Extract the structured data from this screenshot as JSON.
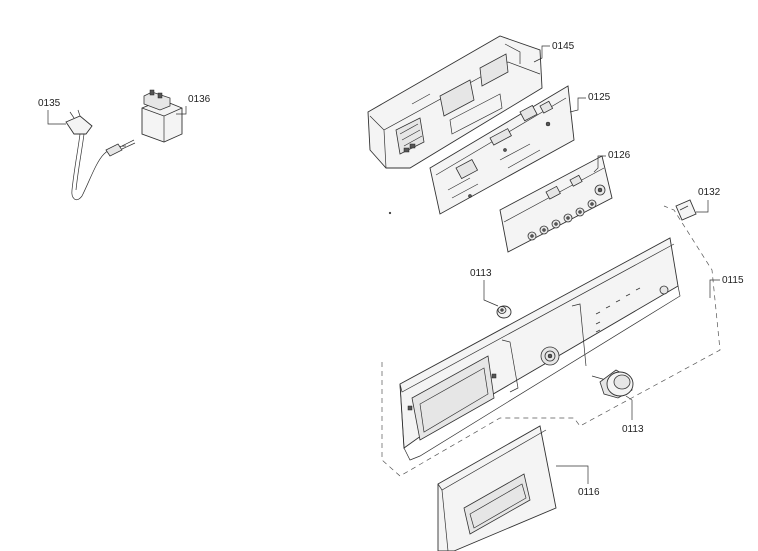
{
  "labels": {
    "p0135": "0135",
    "p0136": "0136",
    "p0145": "0145",
    "p0125": "0125",
    "p0126": "0126",
    "p0132": "0132",
    "p0113a": "0113",
    "p0115": "0115",
    "p0113b": "0113",
    "p0116": "0116"
  }
}
